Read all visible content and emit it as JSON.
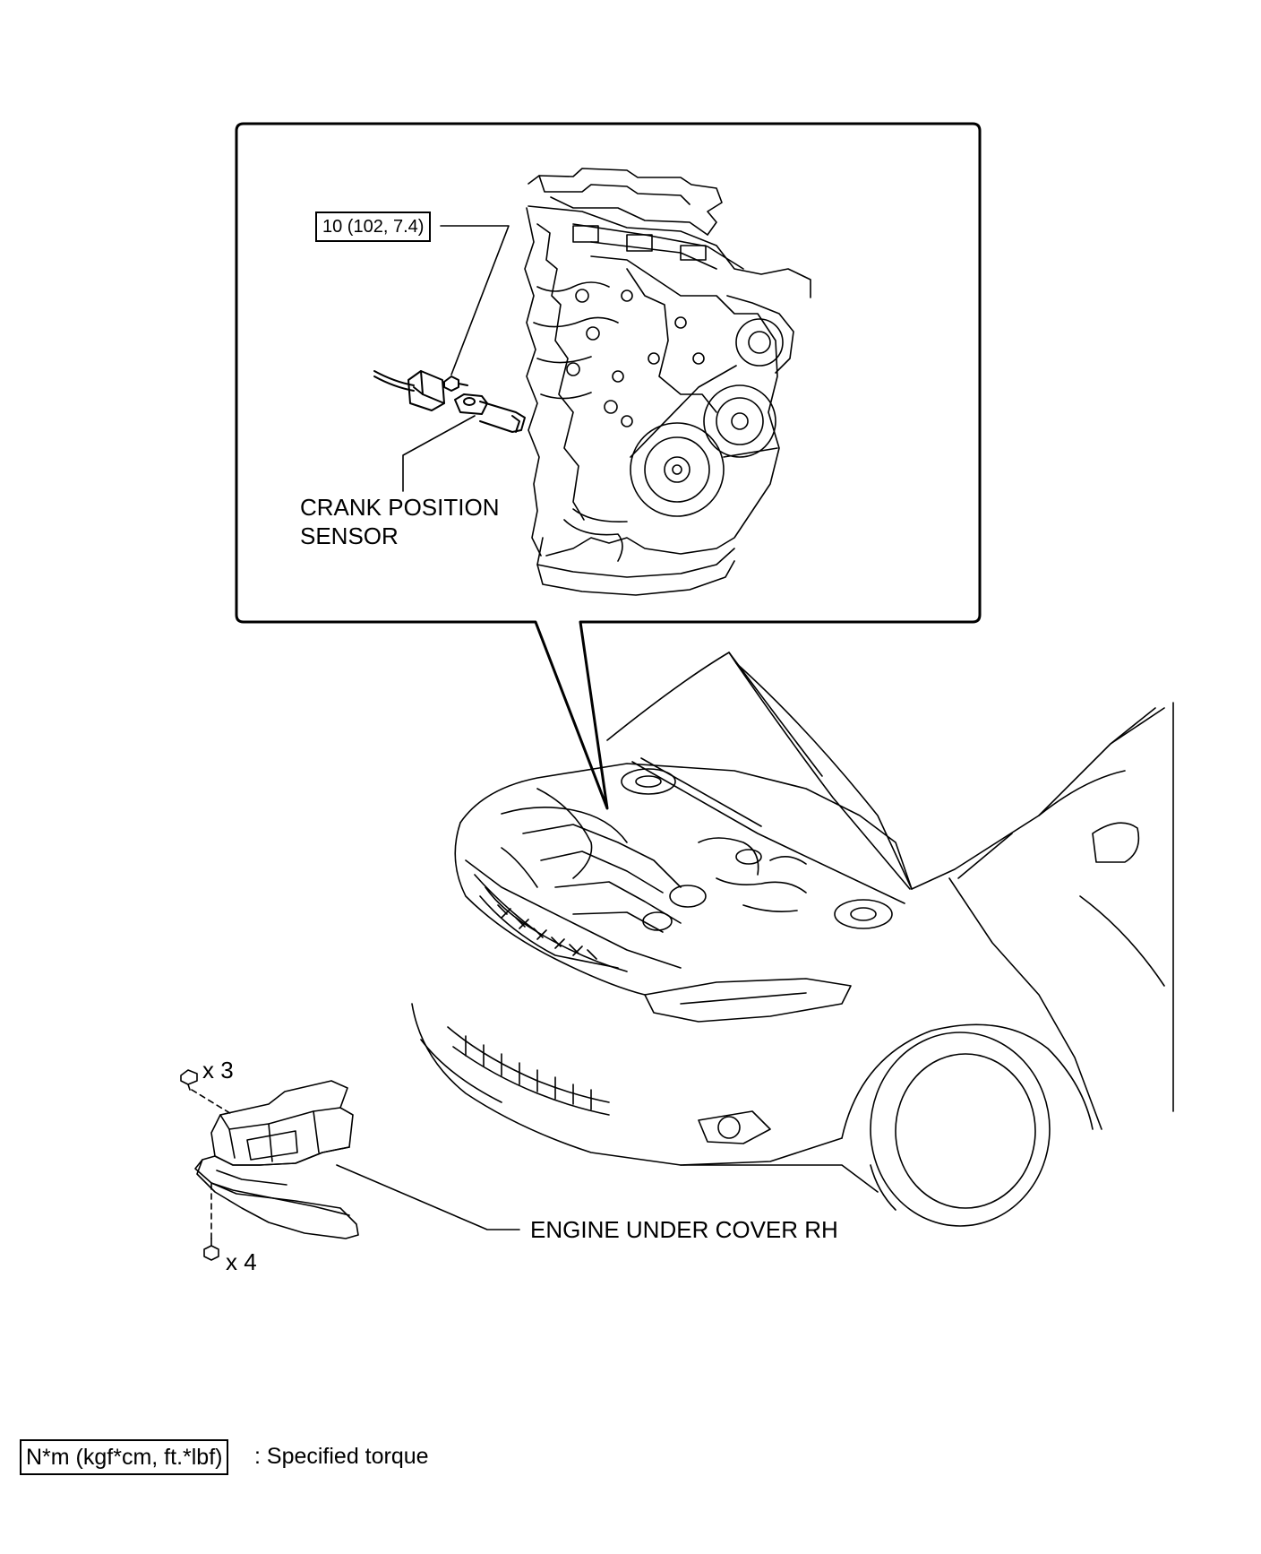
{
  "callouts": {
    "torque_spec": "10 (102, 7.4)",
    "sensor_label_line1": "CRANK POSITION",
    "sensor_label_line2": "SENSOR",
    "under_cover_label": "ENGINE UNDER COVER RH",
    "upper_fastener_qty": "x 3",
    "lower_fastener_qty": "x 4"
  },
  "legend": {
    "unit_box": "N*m (kgf*cm, ft.*lbf)",
    "description": ": Specified torque"
  }
}
